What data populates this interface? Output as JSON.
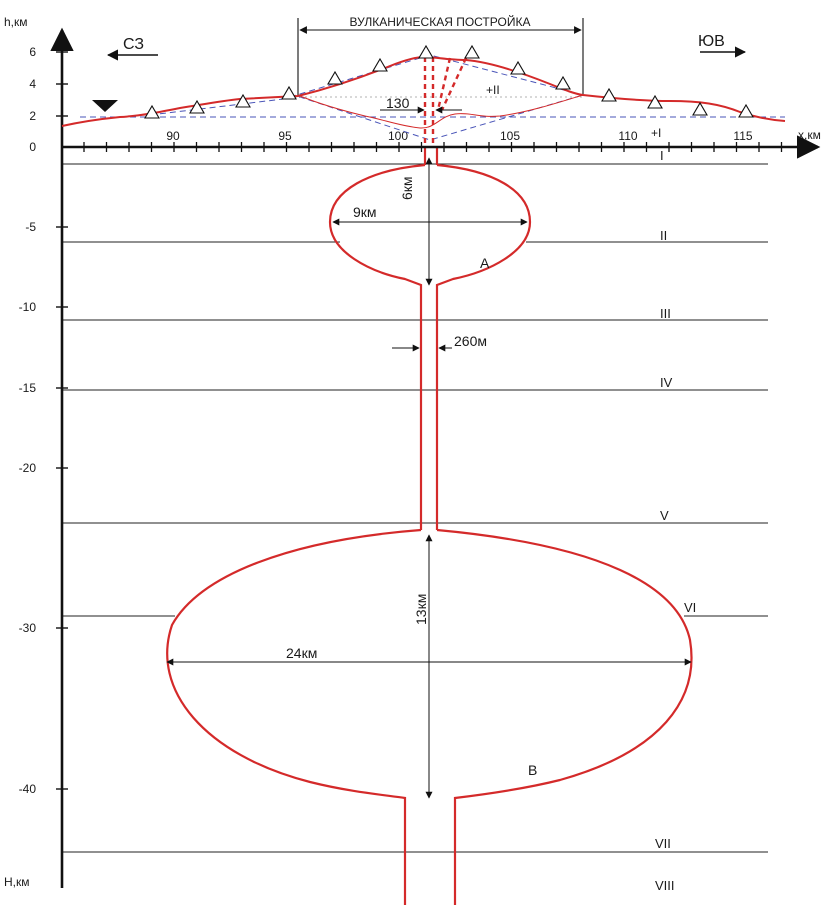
{
  "diagram": {
    "y_axis_label": "h,км",
    "depth_axis_label": "Н,км",
    "x_axis_label": "х,км",
    "y_ticks_top": [
      "6",
      "4",
      "2",
      "0"
    ],
    "y_ticks_depth": [
      "-5",
      "-10",
      "-15",
      "-20",
      "-30",
      "-40"
    ],
    "x_ticks": [
      "90",
      "95",
      "100",
      "105",
      "110",
      "115"
    ],
    "direction_left": "СЗ",
    "direction_right": "ЮВ",
    "edifice_label": "ВУЛКАНИЧЕСКАЯ ПОСТРОЙКА",
    "marker_plus_two": "+II",
    "marker_plus_one": "+I",
    "offset_label": "130",
    "layers": [
      "I",
      "II",
      "III",
      "IV",
      "V",
      "VI",
      "VII",
      "VIII"
    ],
    "chamber_a": {
      "name": "A",
      "width": "9км",
      "height": "6км"
    },
    "conduit_width": "260м",
    "chamber_b": {
      "name": "B",
      "width": "24км",
      "height": "13км"
    }
  },
  "colors": {
    "axis": "#111111",
    "magma": "#d42a2a",
    "dashed": "#4a55b8",
    "layer_line": "#222222"
  }
}
